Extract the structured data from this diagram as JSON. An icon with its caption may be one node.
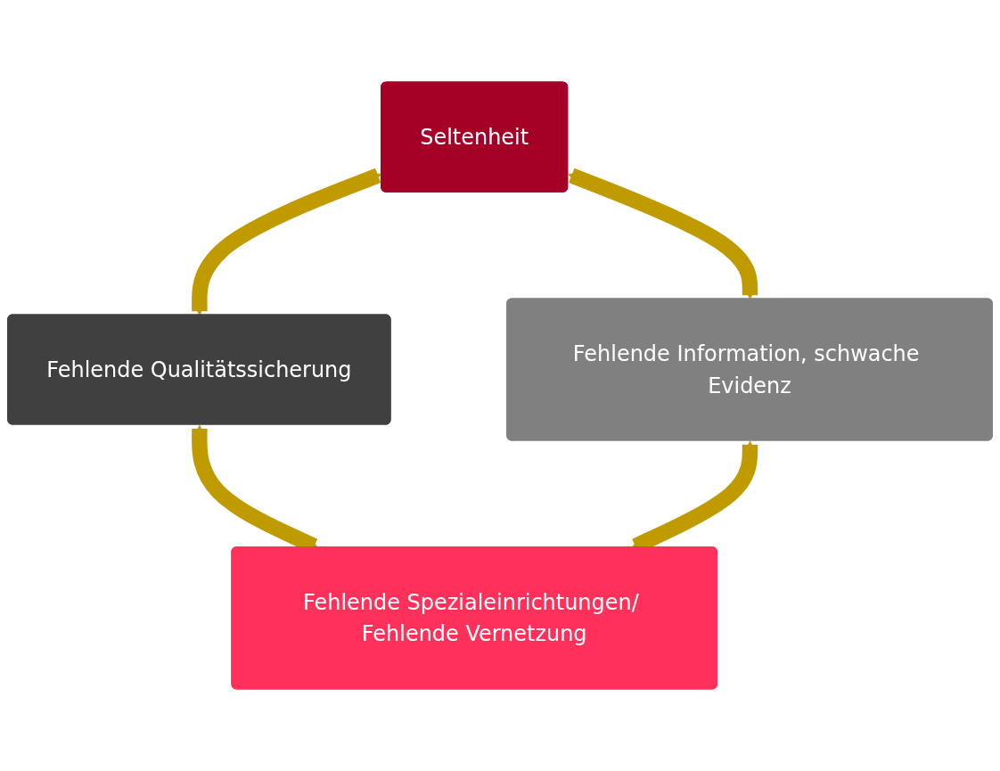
{
  "diagram": {
    "nodes": [
      {
        "text": [
          "Seltenheit"
        ]
      },
      {
        "text": [
          "Fehlende Qualitätssicherung"
        ]
      },
      {
        "text": [
          "Fehlende Information, schwache Evidenz"
        ]
      },
      {
        "text": [
          "Fehlende Spezialeinrichtungen/ Fehlende Vernetzung"
        ]
      }
    ],
    "edges": [
      {
        "from": 0,
        "to": 1,
        "arrow": "both"
      },
      {
        "from": 0,
        "to": 2,
        "arrow": "both"
      },
      {
        "from": 1,
        "to": 3,
        "arrow": "both"
      },
      {
        "from": 2,
        "to": 3,
        "arrow": "both"
      }
    ]
  }
}
